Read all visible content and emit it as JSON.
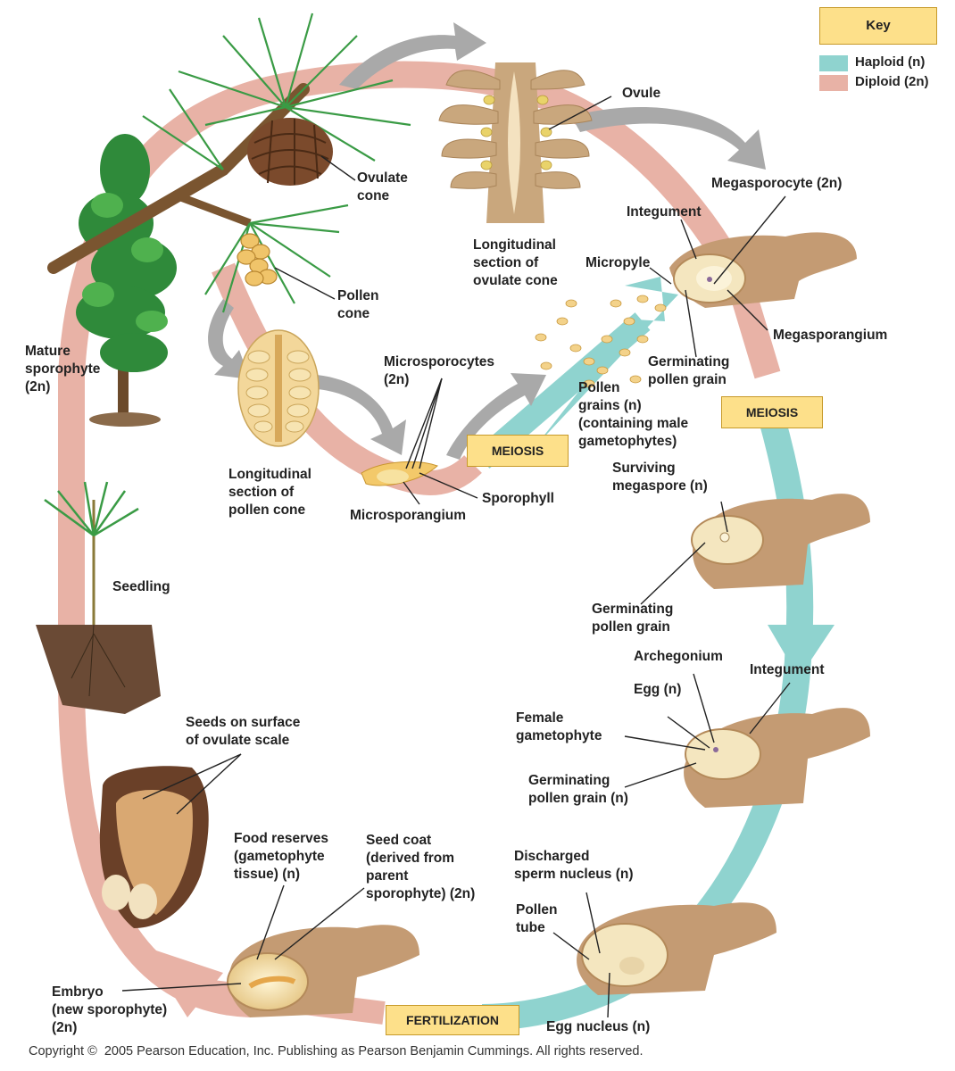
{
  "key": {
    "title": "Key",
    "haploid": "Haploid (n)",
    "diploid": "Diploid (2n)",
    "haploid_color": "#8fd3cf",
    "diploid_color": "#e8b2a6"
  },
  "stages": {
    "meiosis_1": "MEIOSIS",
    "meiosis_2": "MEIOSIS",
    "fertilization": "FERTILIZATION"
  },
  "labels": {
    "ovulate_cone": "Ovulate\ncone",
    "pollen_cone": "Pollen\ncone",
    "mature_sporophyte": "Mature\nsporophyte\n(2n)",
    "long_section_ovulate": "Longitudinal\nsection of\novulate cone",
    "ovule": "Ovule",
    "megasporocyte": "Megasporocyte (2n)",
    "integument_1": "Integument",
    "micropyle": "Micropyle",
    "megasporangium": "Megasporangium",
    "germinating_pollen_1": "Germinating\npollen grain",
    "microsporocytes": "Microsporocytes\n(2n)",
    "pollen_grains": "Pollen\ngrains (n)\n(containing male\ngametophytes)",
    "long_section_pollen": "Longitudinal\nsection of\npollen cone",
    "sporophyll": "Sporophyll",
    "microsporangium": "Microsporangium",
    "surviving_megaspore": "Surviving\nmegaspore (n)",
    "germinating_pollen_2": "Germinating\npollen grain",
    "seedling": "Seedling",
    "archegonium": "Archegonium",
    "integument_2": "Integument",
    "egg": "Egg (n)",
    "female_gametophyte": "Female\ngametophyte",
    "germinating_pollen_3": "Germinating\npollen grain (n)",
    "seeds_on_surface": "Seeds on surface\nof ovulate scale",
    "food_reserves": "Food reserves\n(gametophyte\ntissue) (n)",
    "seed_coat": "Seed coat\n(derived from\nparent\nsporophyte) (2n)",
    "discharged_sperm": "Discharged\nsperm nucleus (n)",
    "pollen_tube": "Pollen\ntube",
    "embryo": "Embryo\n(new sporophyte)\n(2n)",
    "egg_nucleus": "Egg nucleus (n)"
  },
  "copyright": "Copyright ©  2005 Pearson Education, Inc. Publishing as Pearson Benjamin Cummings. All rights reserved."
}
